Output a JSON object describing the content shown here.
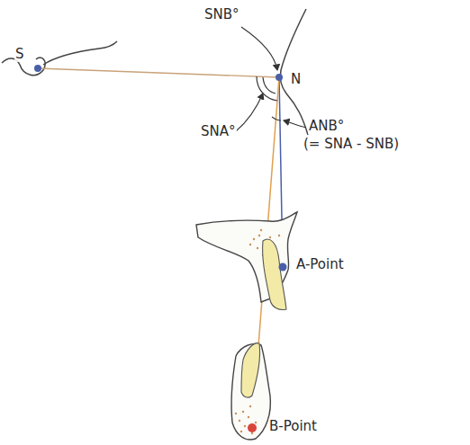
{
  "diagram": {
    "labels": [
      "S",
      "N",
      "SNB°",
      "SNA°",
      "ANB°",
      "(= SNA - SNB)",
      "A-Point",
      "B-Point"
    ]
  }
}
